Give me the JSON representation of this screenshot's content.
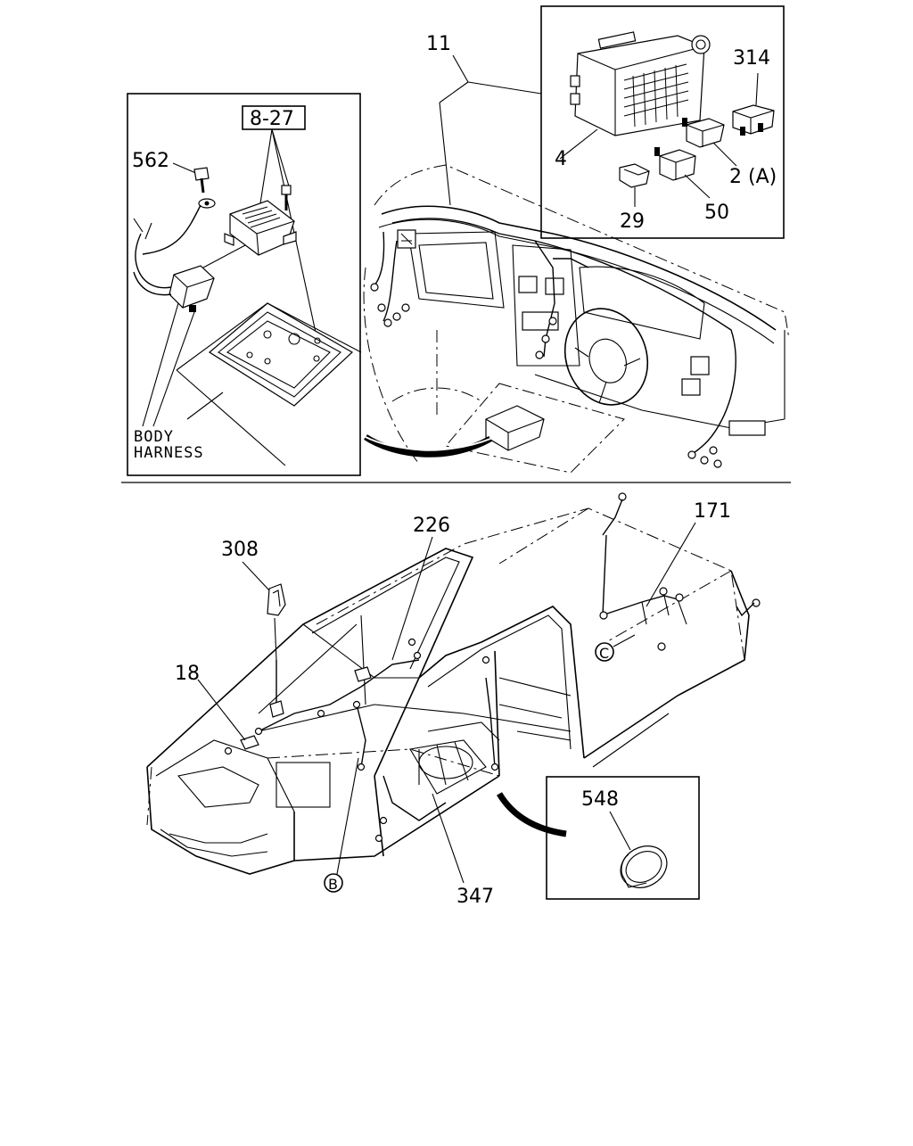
{
  "labels": {
    "dash_harness": "11",
    "fuse_box": "4",
    "relay_314": "314",
    "relay_2a": "2 (A)",
    "relay_50": "50",
    "clip_29": "29",
    "ref_8_27": "8-27",
    "bolt_562": "562",
    "body_harness_line1": "BODY",
    "body_harness_line2": "HARNESS",
    "clip_308": "308",
    "harness_226": "226",
    "harness_171": "171",
    "bolt_18": "18",
    "harness_347": "347",
    "grommet_548": "548",
    "callout_b": "B",
    "callout_c": "C"
  }
}
